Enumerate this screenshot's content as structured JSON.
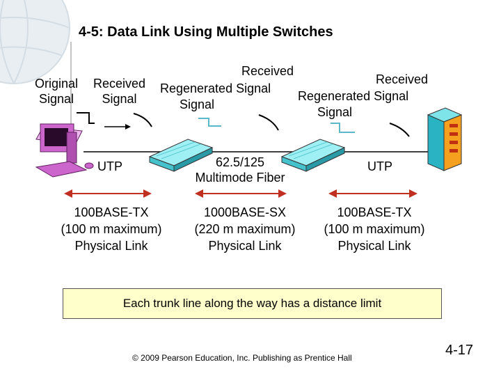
{
  "title": "4-5: Data Link Using Multiple Switches",
  "signals": {
    "original": [
      "Original",
      "Signal"
    ],
    "received": [
      "Received",
      "Signal"
    ],
    "sw1_received": "Received",
    "sw1_regen": "Regenerated  Signal",
    "sw1_signal": "Signal",
    "sw2_received": "Received",
    "sw2_regen": "Regenerated  Signal",
    "sw2_signal": "Signal"
  },
  "media": {
    "left": "UTP",
    "middle": [
      "62.5/125",
      "Multimode Fiber"
    ],
    "right": "UTP"
  },
  "links": [
    [
      "100BASE-TX",
      "(100 m maximum)",
      "Physical Link"
    ],
    [
      "1000BASE-SX",
      "(220 m maximum)",
      "Physical Link"
    ],
    [
      "100BASE-TX",
      "(100 m maximum)",
      "Physical Link"
    ]
  ],
  "note": "Each trunk line along the way has a distance limit",
  "footer": "© 2009 Pearson Education, Inc.  Publishing as Prentice Hall",
  "page_number": "4-17",
  "colors": {
    "switch": "#7fe3ea",
    "pc": "#cc66cc",
    "server": "#2ab3c3",
    "note_bg": "#ffffcc"
  },
  "icons": [
    "pc-icon",
    "switch-icon",
    "server-icon",
    "arrow-icon"
  ]
}
